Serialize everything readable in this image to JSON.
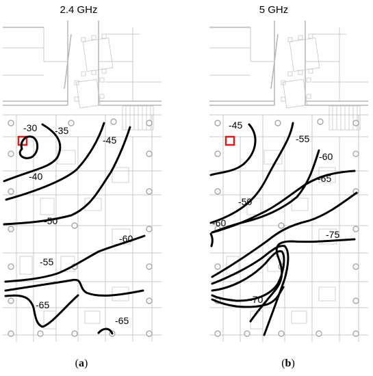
{
  "panels": [
    {
      "title": "2.4 GHz",
      "caption_letter": "a",
      "labels": [
        "-30",
        "-35",
        "-45",
        "-40",
        "-50",
        "-60",
        "-55",
        "-65",
        "-65"
      ]
    },
    {
      "title": "5 GHz",
      "caption_letter": "b",
      "labels": [
        "-45",
        "-55",
        "-60",
        "-65",
        "-50",
        "-60",
        "-75",
        "-70"
      ]
    }
  ],
  "colors": {
    "contour": "#000000",
    "access_point": "#d21f1f",
    "floorplan": "#c9c9c9"
  }
}
